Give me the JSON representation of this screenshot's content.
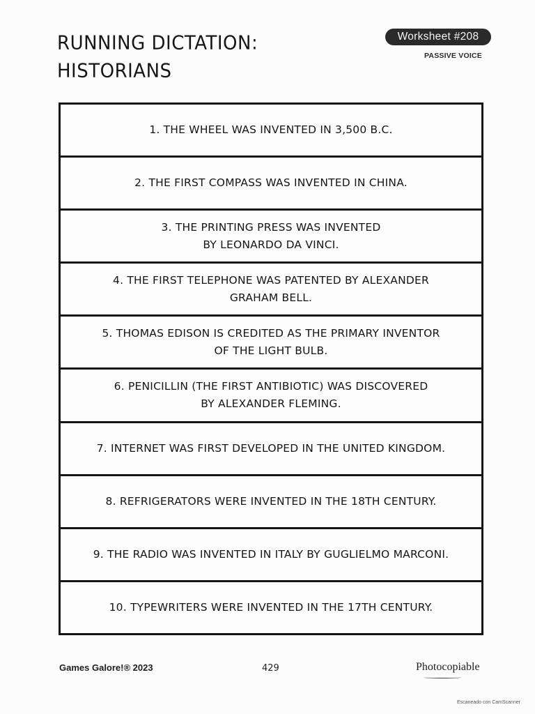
{
  "header": {
    "title_lines": [
      "RUNNING DICTATION:",
      "HISTORIANS"
    ],
    "badge": "Worksheet #208",
    "subtitle": "PASSIVE VOICE"
  },
  "strips": [
    {
      "lines": [
        "1. THE WHEEL WAS INVENTED IN 3,500 B.C."
      ]
    },
    {
      "lines": [
        "2. THE FIRST COMPASS WAS INVENTED IN CHINA."
      ]
    },
    {
      "lines": [
        "3. THE PRINTING PRESS WAS INVENTED",
        "BY LEONARDO DA VINCI."
      ]
    },
    {
      "lines": [
        "4. THE FIRST TELEPHONE WAS PATENTED BY ALEXANDER",
        "GRAHAM BELL."
      ]
    },
    {
      "lines": [
        "5. THOMAS EDISON IS CREDITED AS THE PRIMARY INVENTOR",
        "OF THE LIGHT BULB."
      ]
    },
    {
      "lines": [
        "6. PENICILLIN (THE FIRST ANTIBIOTIC) WAS DISCOVERED",
        "BY ALEXANDER FLEMING."
      ]
    },
    {
      "lines": [
        "7.  INTERNET WAS FIRST DEVELOPED IN THE UNITED KINGDOM."
      ]
    },
    {
      "lines": [
        "8.  REFRIGERATORS WERE INVENTED IN THE 18TH CENTURY."
      ]
    },
    {
      "lines": [
        "9.  THE RADIO WAS INVENTED IN ITALY BY GUGLIELMO MARCONI."
      ]
    },
    {
      "lines": [
        "10. TYPEWRITERS WERE INVENTED IN THE 17TH CENTURY."
      ]
    }
  ],
  "footer": {
    "publisher": "Games Galore!® 2023",
    "page_number": "429",
    "copy_note": "Photocopiable",
    "scanner_note": "Escaneado con CamScanner"
  }
}
